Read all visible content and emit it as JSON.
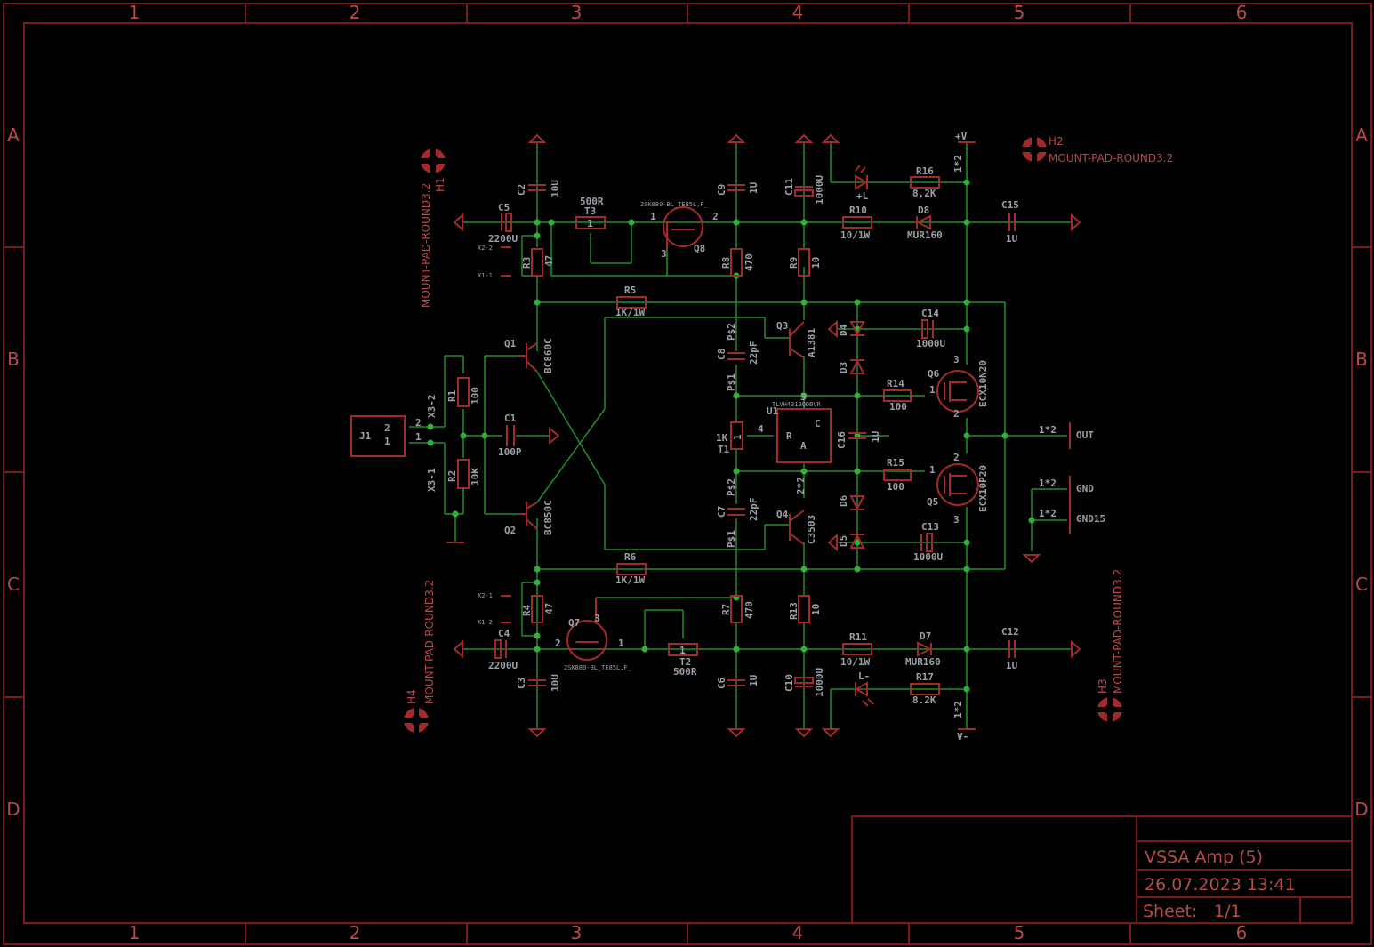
{
  "sheet": {
    "title": "VSSA Amp (5)",
    "date": "26.07.2023 13:41",
    "sheet_label": "Sheet:",
    "sheet_value": "1/1",
    "columns": [
      "1",
      "2",
      "3",
      "4",
      "5",
      "6"
    ],
    "rows": [
      "A",
      "B",
      "C",
      "D"
    ]
  },
  "colors": {
    "frame": "#7a1a1a",
    "symbol": "#a22a2a",
    "wire": "#1f8f2a",
    "junction": "#2fb03a",
    "text": "#9aa0a6",
    "background": "#000000"
  },
  "mount_pads": [
    {
      "ref": "H1",
      "value": "MOUNT-PAD-ROUND3.2"
    },
    {
      "ref": "H2",
      "value": "MOUNT-PAD-ROUND3.2"
    },
    {
      "ref": "H3",
      "value": "MOUNT-PAD-ROUND3.2"
    },
    {
      "ref": "H4",
      "value": "MOUNT-PAD-ROUND3.2"
    }
  ],
  "parts": {
    "C1": {
      "ref": "C1",
      "value": "100P"
    },
    "C2": {
      "ref": "C2",
      "value": "10U"
    },
    "C3": {
      "ref": "C3",
      "value": "10U"
    },
    "C4": {
      "ref": "C4",
      "value": "2200U"
    },
    "C5": {
      "ref": "C5",
      "value": "2200U"
    },
    "C6": {
      "ref": "C6",
      "value": "1U"
    },
    "C7": {
      "ref": "C7",
      "value": "22pF"
    },
    "C8": {
      "ref": "C8",
      "value": "22pF"
    },
    "C9": {
      "ref": "C9",
      "value": "1U"
    },
    "C10": {
      "ref": "C10",
      "value": "1000U"
    },
    "C11": {
      "ref": "C11",
      "value": "1000U"
    },
    "C12": {
      "ref": "C12",
      "value": "1U"
    },
    "C13": {
      "ref": "C13",
      "value": "1000U"
    },
    "C14": {
      "ref": "C14",
      "value": "1000U"
    },
    "C15": {
      "ref": "C15",
      "value": "1U"
    },
    "C16": {
      "ref": "C16",
      "value": "1U"
    },
    "R1": {
      "ref": "R1",
      "value": "100"
    },
    "R2": {
      "ref": "R2",
      "value": "10K"
    },
    "R3": {
      "ref": "R3",
      "value": "47"
    },
    "R4": {
      "ref": "R4",
      "value": "47"
    },
    "R5": {
      "ref": "R5",
      "value": "1K/1W"
    },
    "R6": {
      "ref": "R6",
      "value": "1K/1W"
    },
    "R7": {
      "ref": "R7",
      "value": "470"
    },
    "R8": {
      "ref": "R8",
      "value": "470"
    },
    "R9": {
      "ref": "R9",
      "value": "10"
    },
    "R10": {
      "ref": "R10",
      "value": "10/1W"
    },
    "R11": {
      "ref": "R11",
      "value": "10/1W"
    },
    "R13": {
      "ref": "R13",
      "value": "10"
    },
    "R14": {
      "ref": "R14",
      "value": "100"
    },
    "R15": {
      "ref": "R15",
      "value": "100"
    },
    "R16": {
      "ref": "R16",
      "value": "8,2K"
    },
    "R17": {
      "ref": "R17",
      "value": "8.2K"
    },
    "T1": {
      "ref": "T1",
      "value": "1K"
    },
    "T2": {
      "ref": "T2",
      "value": "500R"
    },
    "T3": {
      "ref": "T3",
      "value": "500R"
    },
    "Q1": {
      "ref": "Q1",
      "value": "BC860C"
    },
    "Q2": {
      "ref": "Q2",
      "value": "BC850C"
    },
    "Q3": {
      "ref": "Q3",
      "value": "A1381"
    },
    "Q4": {
      "ref": "Q4",
      "value": "C3503"
    },
    "Q5": {
      "ref": "Q5",
      "value": "ECX10P20"
    },
    "Q6": {
      "ref": "Q6",
      "value": "ECX10N20"
    },
    "Q7": {
      "ref": "Q7",
      "value": "2SK880-BL_TE85L,F_"
    },
    "Q8": {
      "ref": "Q8",
      "value": "2SK880-BL_TE85L,F_"
    },
    "D7": {
      "ref": "D7",
      "value": "MUR160"
    },
    "D8": {
      "ref": "D8",
      "value": "MUR160"
    },
    "D3": {
      "ref": "D3"
    },
    "D4": {
      "ref": "D4"
    },
    "D5": {
      "ref": "D5"
    },
    "D6": {
      "ref": "D6"
    },
    "U1": {
      "ref": "U1",
      "value": "TLVH431BQDBVR"
    },
    "J1": {
      "ref": "J1"
    },
    "LP": {
      "ref": "+L"
    },
    "LN": {
      "ref": "L-"
    }
  },
  "nets": {
    "vpos": "+V",
    "vneg": "V-",
    "x3_2": "X3-2",
    "x3_1": "X3-1",
    "x2_2": "X2-2",
    "x1_1": "X1-1",
    "x2_1": "X2-1",
    "x1_2": "X1-2",
    "out": "OUT",
    "gnd": "GND",
    "gnd15": "GND15",
    "one_star_two": "1*2",
    "two_star_two": "2*2",
    "ps1": "P$1",
    "ps2": "P$2"
  },
  "pins": {
    "p1": "1",
    "p2": "2",
    "p3": "3",
    "p4": "4",
    "r": "R",
    "a": "A",
    "c": "C"
  }
}
